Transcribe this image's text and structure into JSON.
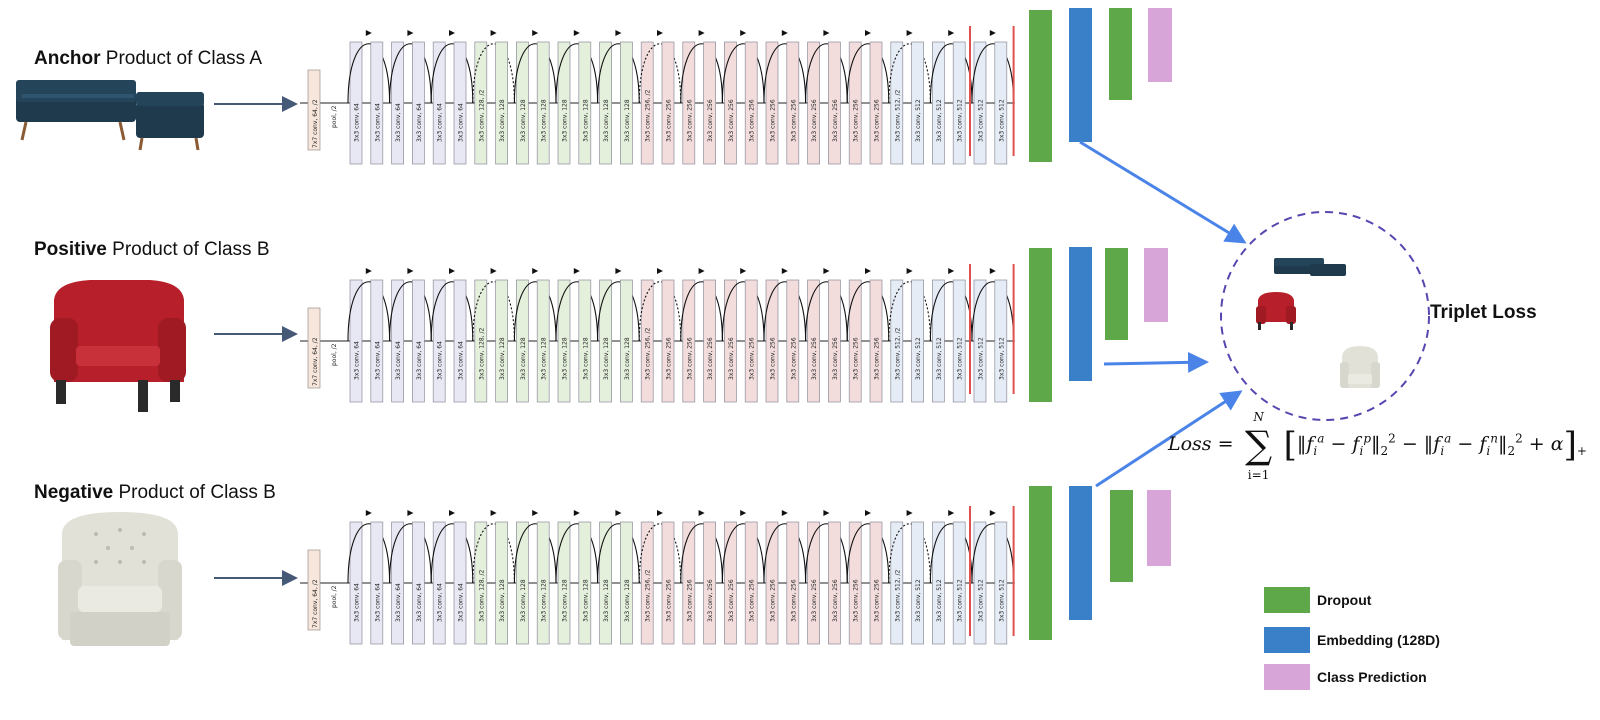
{
  "rows": [
    {
      "role": "Anchor",
      "title_rest": " Product of Class A",
      "product": "sofa"
    },
    {
      "role": "Positive",
      "title_rest": " Product of Class B",
      "product": "armchair"
    },
    {
      "role": "Negative",
      "title_rest": " Product of Class B",
      "product": "tufted-armchair"
    }
  ],
  "network": {
    "first_layer": "7x7 conv, 64, /2",
    "pool_layer": "pool, /2",
    "conv_layers": [
      "3x3 conv, 64",
      "3x3 conv, 64",
      "3x3 conv, 64",
      "3x3 conv, 64",
      "3x3 conv, 64",
      "3x3 conv, 64",
      "3x3 conv, 128, /2",
      "3x3 conv, 128",
      "3x3 conv, 128",
      "3x3 conv, 128",
      "3x3 conv, 128",
      "3x3 conv, 128",
      "3x3 conv, 128",
      "3x3 conv, 128",
      "3x3 conv, 256, /2",
      "3x3 conv, 256",
      "3x3 conv, 256",
      "3x3 conv, 256",
      "3x3 conv, 256",
      "3x3 conv, 256",
      "3x3 conv, 256",
      "3x3 conv, 256",
      "3x3 conv, 256",
      "3x3 conv, 256",
      "3x3 conv, 256",
      "3x3 conv, 256",
      "3x3 conv, 512, /2",
      "3x3 conv, 512",
      "3x3 conv, 512",
      "3x3 conv, 512",
      "3x3 conv, 512",
      "3x3 conv, 512"
    ],
    "colors": {
      "first": "#f6e6dc",
      "c64": "#e8e8f4",
      "c128": "#e4efdc",
      "c256": "#f2dcdc",
      "c512": "#e6ecf6"
    }
  },
  "heads": {
    "dropout_color": "#5fa84a",
    "embedding_color": "#3a80c8",
    "class_color": "#d7a5d8"
  },
  "triplet": {
    "title": "Triplet Loss",
    "circle_color": "#5746b0",
    "arrow_color": "#4a84e8"
  },
  "formula": {
    "lhs": "Loss",
    "sum_top": "N",
    "sum_bottom": "i=1"
  },
  "legend": [
    {
      "label": "Dropout",
      "color": "#5fa84a"
    },
    {
      "label": "Embedding (128D)",
      "color": "#3a80c8"
    },
    {
      "label": "Class Prediction",
      "color": "#d7a5d8"
    }
  ],
  "arrow_color_input": "#465a78"
}
